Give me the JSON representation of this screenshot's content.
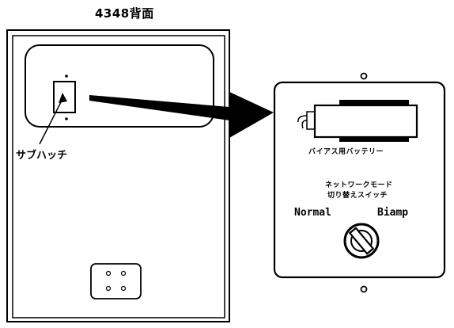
{
  "diagram": {
    "title": "4348背面",
    "sub_hatch_label": "サブハッチ",
    "battery_label": "バイアス用バッテリー",
    "switch_title_line1": "ネットワークモード",
    "switch_title_line2": "切り替えスイッチ",
    "switch_positions": {
      "left": "Normal",
      "right": "Biamp"
    }
  },
  "colors": {
    "line": "#000000",
    "background": "#ffffff"
  }
}
